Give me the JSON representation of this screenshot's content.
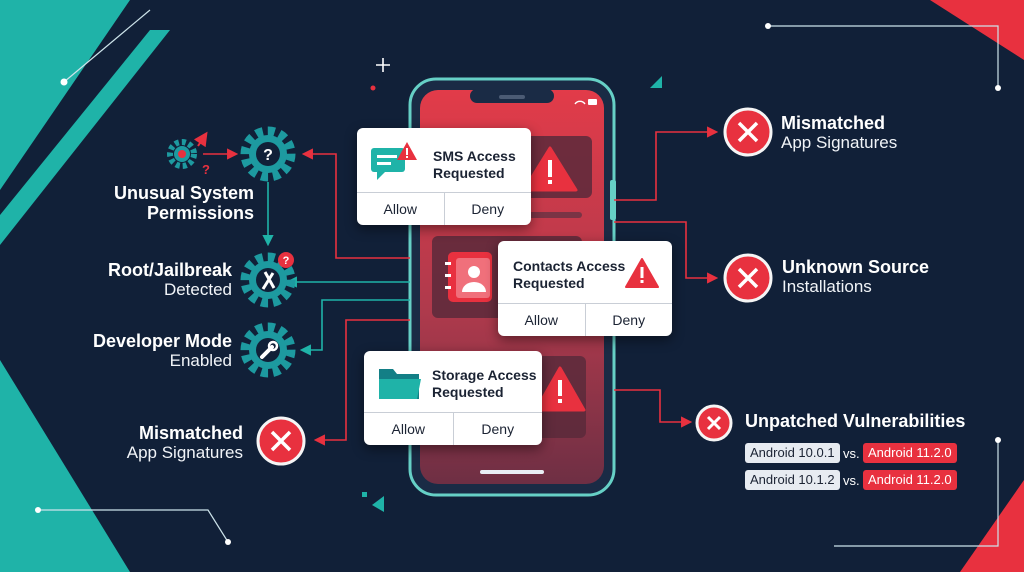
{
  "colors": {
    "background": "#112038",
    "teal": "#1fb3a8",
    "red": "#e8313f",
    "gear": "#1d9aa0"
  },
  "left_labels": [
    {
      "line1": "Unusual System",
      "line2": "Permissions",
      "icon": "gear-question-icon"
    },
    {
      "line1": "Root/Jailbreak",
      "line2": "Detected",
      "icon": "gear-wrench-icon"
    },
    {
      "line1": "Developer Mode",
      "line2": "Enabled",
      "icon": "gear-wrench-icon"
    },
    {
      "line1": "Mismatched",
      "line2": "App Signatures",
      "icon": "error-x-icon"
    }
  ],
  "right_labels": [
    {
      "line1": "Mismatched",
      "line2": "App Signatures",
      "icon": "error-x-icon"
    },
    {
      "line1": "Unknown Source",
      "line2": "Installations",
      "icon": "error-x-icon"
    },
    {
      "line1": "Unpatched Vulnerabilities",
      "icon": "error-x-icon"
    }
  ],
  "dialogs": {
    "sms": {
      "title": "SMS Access\nRequested",
      "allow": "Allow",
      "deny": "Deny",
      "icon": "sms-icon"
    },
    "contacts": {
      "title": "Contacts Access\nRequested",
      "allow": "Allow",
      "deny": "Deny",
      "icon": "contacts-icon"
    },
    "storage": {
      "title": "Storage Access\nRequested",
      "allow": "Allow",
      "deny": "Deny",
      "icon": "folder-icon"
    }
  },
  "versions": [
    {
      "installed": "Android 10.0.1",
      "vs": "vs.",
      "latest": "Android 11.2.0"
    },
    {
      "installed": "Android 10.1.2",
      "vs": "vs.",
      "latest": "Android 11.2.0"
    }
  ]
}
